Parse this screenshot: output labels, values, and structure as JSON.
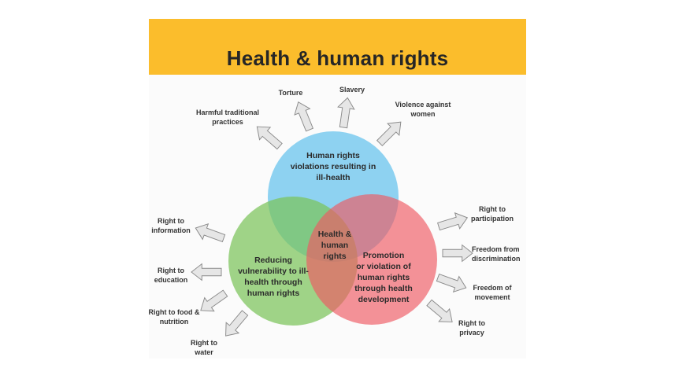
{
  "title": "Health & human rights",
  "colors": {
    "banner": "#fbbd2c",
    "blue_circle": "#6fc6ee",
    "green_circle": "#7cc45a",
    "red_circle": "#ee5a63",
    "arrow_fill": "#e6e6e6",
    "arrow_stroke": "#8a8a8a"
  },
  "circles": {
    "top": {
      "label_lines": [
        "Human rights",
        "violations resulting in",
        "ill-health"
      ]
    },
    "left": {
      "label_lines": [
        "Reducing",
        "vulnerability to ill-",
        "health through",
        "human rights"
      ]
    },
    "right": {
      "label_lines": [
        "Promotion",
        "or violation of",
        "human rights",
        "through health",
        "development"
      ]
    },
    "center": {
      "label_lines": [
        "Health &",
        "human",
        "rights"
      ]
    }
  },
  "top_items": [
    {
      "lines": [
        "Harmful traditional",
        "practices"
      ]
    },
    {
      "lines": [
        "Torture"
      ]
    },
    {
      "lines": [
        "Slavery"
      ]
    },
    {
      "lines": [
        "Violence against",
        "women"
      ]
    }
  ],
  "left_items": [
    {
      "lines": [
        "Right to",
        "information"
      ]
    },
    {
      "lines": [
        "Right to",
        "education"
      ]
    },
    {
      "lines": [
        "Right to food &",
        "nutrition"
      ]
    },
    {
      "lines": [
        "Right to",
        "water"
      ]
    }
  ],
  "right_items": [
    {
      "lines": [
        "Right to",
        "participation"
      ]
    },
    {
      "lines": [
        "Freedom from",
        "discrimination"
      ]
    },
    {
      "lines": [
        "Freedom of",
        "movement"
      ]
    },
    {
      "lines": [
        "Right to",
        "privacy"
      ]
    }
  ]
}
